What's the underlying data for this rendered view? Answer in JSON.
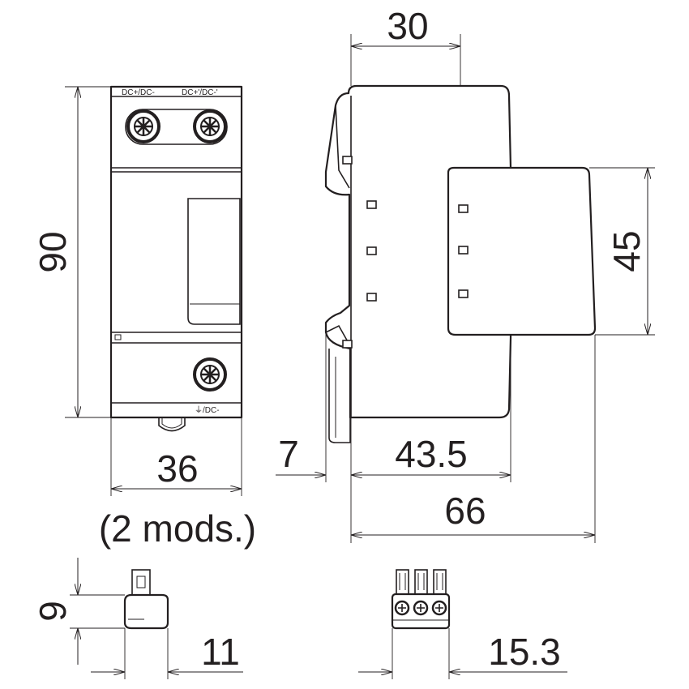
{
  "dimensions": {
    "height": "90",
    "width": "36",
    "modules": "(2 mods.)",
    "top_depth": "30",
    "front_height": "45",
    "rail_offset": "7",
    "body_depth": "43.5",
    "total_depth": "66",
    "connector_height": "9",
    "connector_depth": "11",
    "connector_width": "15.3"
  },
  "terminals": {
    "top_left": "DC+/DC-",
    "top_right": "DC+'/DC-'",
    "bottom": "⏚/DC-"
  },
  "colors": {
    "line": "#231f20",
    "background": "#ffffff"
  }
}
